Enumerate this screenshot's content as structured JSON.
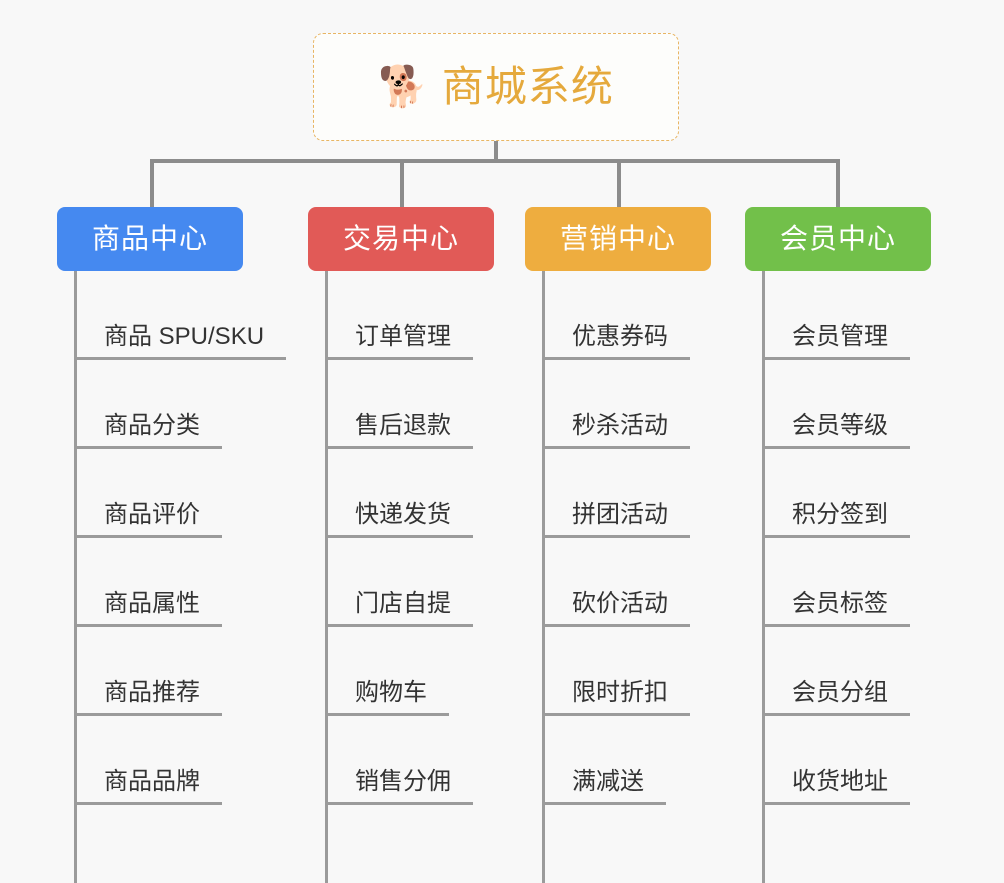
{
  "diagram": {
    "type": "mindmap",
    "background_color": "#f8f8f8",
    "root": {
      "icon": "shiba-dog-face-emoji",
      "icon_glyph": "🐕",
      "title": "商城系统",
      "title_color": "#e5a93c",
      "border_color": "#e8b563"
    },
    "connector_color": "#8c8c8c",
    "columns": [
      {
        "title": "商品中心",
        "color": "#4589f0",
        "items": [
          "商品 SPU/SKU",
          "商品分类",
          "商品评价",
          "商品属性",
          "商品推荐",
          "商品品牌"
        ]
      },
      {
        "title": "交易中心",
        "color": "#e15a57",
        "items": [
          "订单管理",
          "售后退款",
          "快递发货",
          "门店自提",
          "购物车",
          "销售分佣"
        ]
      },
      {
        "title": "营销中心",
        "color": "#eead3f",
        "items": [
          "优惠券码",
          "秒杀活动",
          "拼团活动",
          "砍价活动",
          "限时折扣",
          "满减送"
        ]
      },
      {
        "title": "会员中心",
        "color": "#72c04a",
        "items": [
          "会员管理",
          "会员等级",
          "积分签到",
          "会员标签",
          "会员分组",
          "收货地址"
        ]
      }
    ]
  }
}
